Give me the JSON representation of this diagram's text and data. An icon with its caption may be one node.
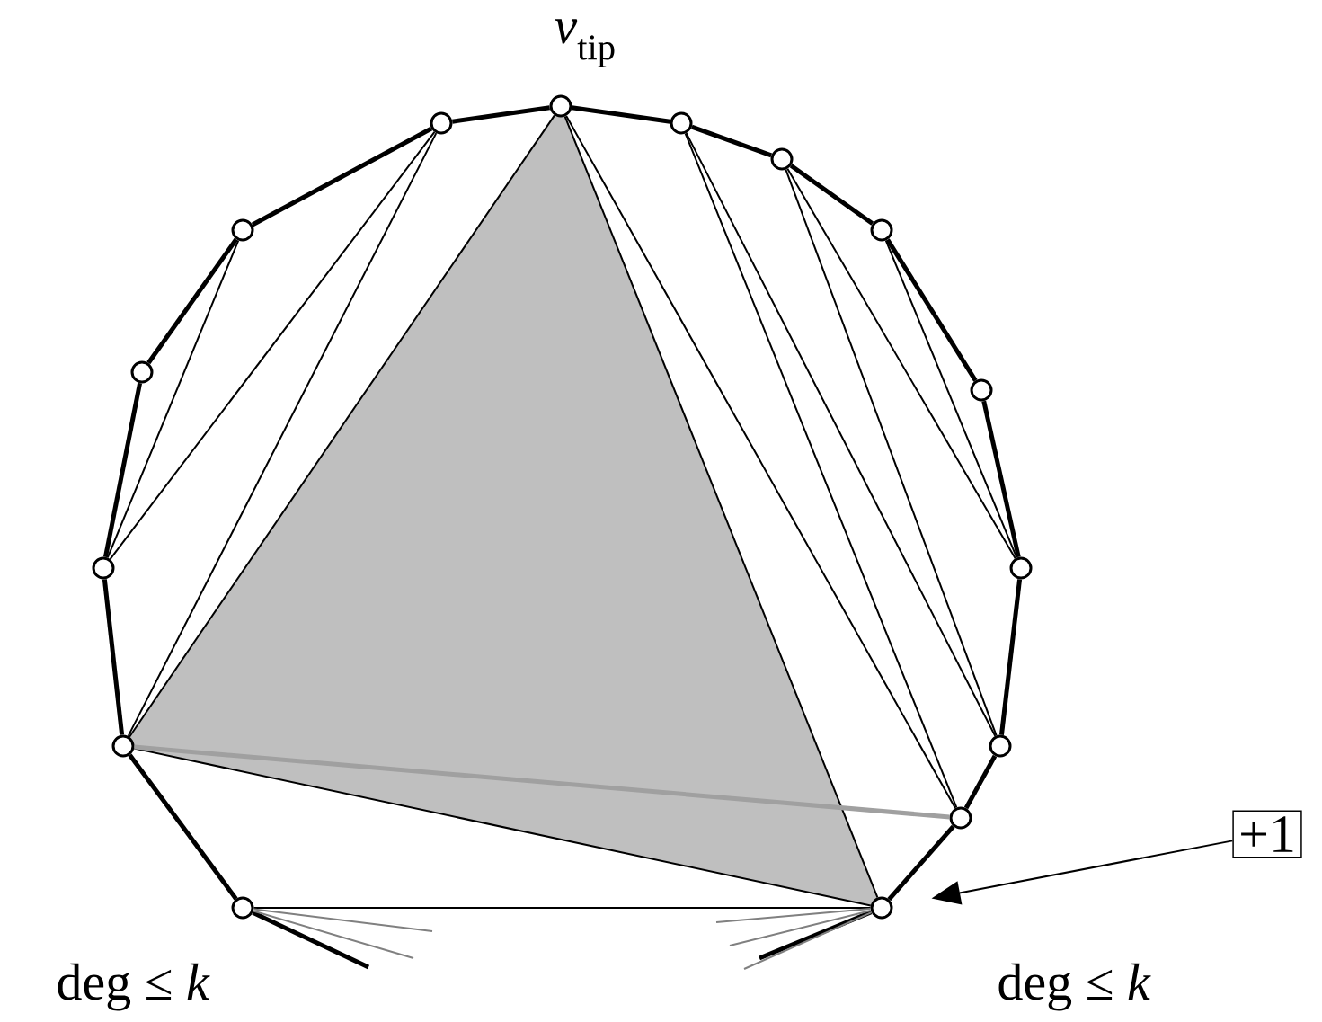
{
  "diagram": {
    "nodes": [
      {
        "text": [],
        "shape": "circle",
        "beside": [
          "*v*$_{tip}$"
        ]
      },
      {
        "text": [],
        "shape": "circle"
      },
      {
        "text": [],
        "shape": "circle"
      },
      {
        "text": [],
        "shape": "circle"
      },
      {
        "text": [],
        "shape": "circle"
      },
      {
        "text": [],
        "shape": "circle"
      },
      {
        "text": [],
        "shape": "circle"
      },
      {
        "text": [],
        "shape": "circle"
      },
      {
        "text": [],
        "shape": "circle",
        "beside": [
          "deg ≤ *k*"
        ]
      },
      {
        "text": [],
        "shape": "circle",
        "beside": [
          "deg ≤ *k*"
        ]
      },
      {
        "text": [],
        "shape": "circle"
      },
      {
        "text": [],
        "shape": "circle"
      },
      {
        "text": [],
        "shape": "circle"
      },
      {
        "text": [],
        "shape": "circle"
      },
      {
        "text": [],
        "shape": "circle"
      },
      {
        "text": [
          "+1"
        ]
      }
    ],
    "edges": [
      {
        "from": 0,
        "to": 1,
        "arrow": "none",
        "style": "thick"
      },
      {
        "from": 1,
        "to": 2,
        "arrow": "none",
        "style": "thick"
      },
      {
        "from": 2,
        "to": 3,
        "arrow": "none",
        "style": "thick"
      },
      {
        "from": 3,
        "to": 4,
        "arrow": "none",
        "style": "thick"
      },
      {
        "from": 4,
        "to": 5,
        "arrow": "none",
        "style": "thick"
      },
      {
        "from": 5,
        "to": 6,
        "arrow": "none",
        "style": "thick"
      },
      {
        "from": 6,
        "to": 7,
        "arrow": "none",
        "style": "thick"
      },
      {
        "from": 7,
        "to": 8,
        "arrow": "none",
        "style": "thick"
      },
      {
        "from": 9,
        "to": 10,
        "arrow": "none",
        "style": "thick"
      },
      {
        "from": 10,
        "to": 11,
        "arrow": "none",
        "style": "thick"
      },
      {
        "from": 11,
        "to": 12,
        "arrow": "none",
        "style": "thick"
      },
      {
        "from": 12,
        "to": 13,
        "arrow": "none",
        "style": "thick"
      },
      {
        "from": 13,
        "to": 14,
        "arrow": "none",
        "style": "thick"
      },
      {
        "from": 14,
        "to": 0,
        "arrow": "none",
        "style": "thick"
      },
      {
        "from": 8,
        "to": 9,
        "arrow": "none"
      },
      {
        "from": 13,
        "to": 11,
        "arrow": "none"
      },
      {
        "from": 14,
        "to": 11,
        "arrow": "none"
      },
      {
        "from": 14,
        "to": 10,
        "arrow": "none"
      },
      {
        "from": 0,
        "to": 10,
        "arrow": "none"
      },
      {
        "from": 0,
        "to": 8,
        "arrow": "none"
      },
      {
        "from": 10,
        "to": 8,
        "arrow": "none"
      },
      {
        "from": 0,
        "to": 7,
        "arrow": "none"
      },
      {
        "from": 1,
        "to": 7,
        "arrow": "none"
      },
      {
        "from": 1,
        "to": 6,
        "arrow": "none"
      },
      {
        "from": 2,
        "to": 6,
        "arrow": "none"
      },
      {
        "from": 2,
        "to": 5,
        "arrow": "none"
      },
      {
        "from": 3,
        "to": 5,
        "arrow": "none"
      },
      {
        "from": 10,
        "to": 7,
        "arrow": "none",
        "style": "thick",
        "color": "#a0a0a0"
      },
      {
        "from": 15,
        "to": 8,
        "arrow": "to"
      },
      {
        "from": 9,
        "to": null,
        "arrow": "none",
        "style": "thick"
      },
      {
        "from": 9,
        "to": null,
        "arrow": "none",
        "color": "#808080"
      },
      {
        "from": 9,
        "to": null,
        "arrow": "none",
        "color": "#808080"
      },
      {
        "from": 8,
        "to": null,
        "arrow": "none",
        "style": "thick"
      },
      {
        "from": 8,
        "to": null,
        "arrow": "none",
        "color": "#808080"
      },
      {
        "from": 8,
        "to": null,
        "arrow": "none",
        "color": "#808080"
      },
      {
        "from": 8,
        "to": null,
        "arrow": "none",
        "color": "#808080"
      }
    ]
  }
}
